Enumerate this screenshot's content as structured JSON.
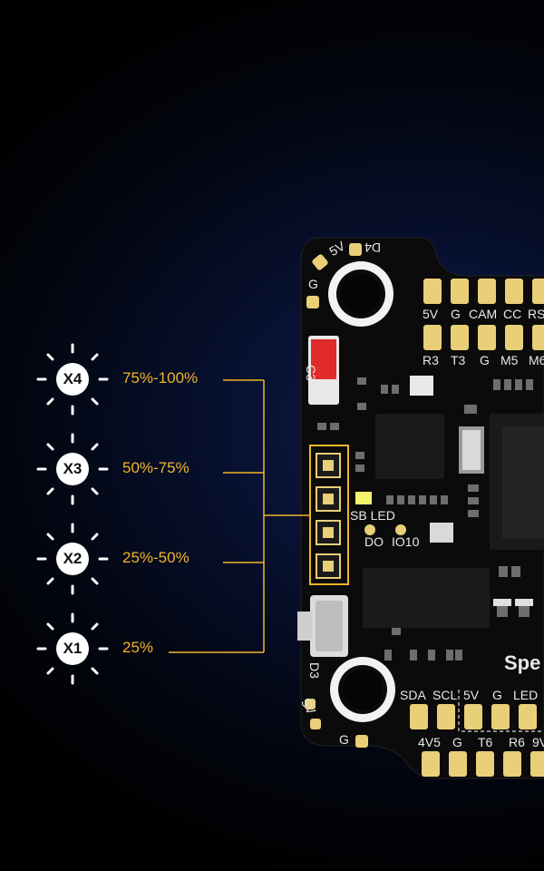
{
  "levels": [
    {
      "badge": "X4",
      "range": "75%-100%"
    },
    {
      "badge": "X3",
      "range": "50%-75%"
    },
    {
      "badge": "X2",
      "range": "25%-50%"
    },
    {
      "badge": "X1",
      "range": "25%"
    }
  ],
  "board": {
    "brand": "Spe",
    "top_pads_row1": [
      "5V",
      "G",
      "CAM",
      "CC",
      "RS"
    ],
    "top_pads_row2": [
      "R3",
      "T3",
      "G",
      "M5",
      "M6"
    ],
    "corner_top_labels": [
      "5V",
      "D4",
      "G"
    ],
    "corner_bottom_labels": [
      "D3",
      "5V",
      "G"
    ],
    "c3_label": "C3",
    "led_label": "SB LED",
    "small_pads": [
      "DO",
      "IO10"
    ],
    "bottom_pads_row1": [
      "SDA",
      "SCL",
      "5V",
      "G",
      "LED"
    ],
    "bottom_pads_row2": [
      "4V5",
      "G",
      "T6",
      "R6",
      "9V"
    ]
  },
  "colors": {
    "accent": "#f0b528",
    "board": "#0b0b0c",
    "pad": "#e8cf78",
    "silk": "#e8e8e8"
  }
}
